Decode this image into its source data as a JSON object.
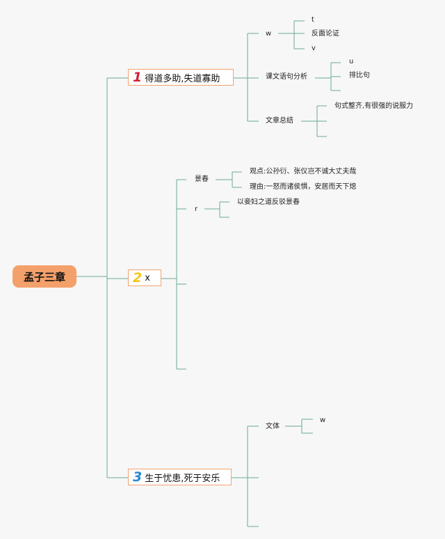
{
  "root": {
    "label": "孟子三章"
  },
  "branches": [
    {
      "number": "1",
      "color": "#d4213a",
      "label": "得道多助,失道寡助",
      "children": [
        {
          "label": "w",
          "children": [
            "t",
            "反面论证",
            "v"
          ]
        },
        {
          "label": "课文语句分析",
          "children": [
            "u",
            "排比句"
          ]
        },
        {
          "label": "文章总结",
          "children": [
            "句式整齐,有很强的说服力"
          ]
        }
      ]
    },
    {
      "number": "2",
      "color": "#f5c518",
      "label": "x",
      "children": [
        {
          "label": "景春",
          "children": [
            "观点:公孙衍、张仪岂不诚大丈夫哉",
            "理由:一怒而诸侯惧，安居而天下熄"
          ]
        },
        {
          "label": "r",
          "children": [
            "以妾妇之道反驳景春"
          ]
        }
      ]
    },
    {
      "number": "3",
      "color": "#2a8ad4",
      "label": "生于忧患,死于安乐",
      "children": [
        {
          "label": "文体",
          "children": [
            "w"
          ]
        }
      ]
    }
  ],
  "line_color": "#6aaa96"
}
